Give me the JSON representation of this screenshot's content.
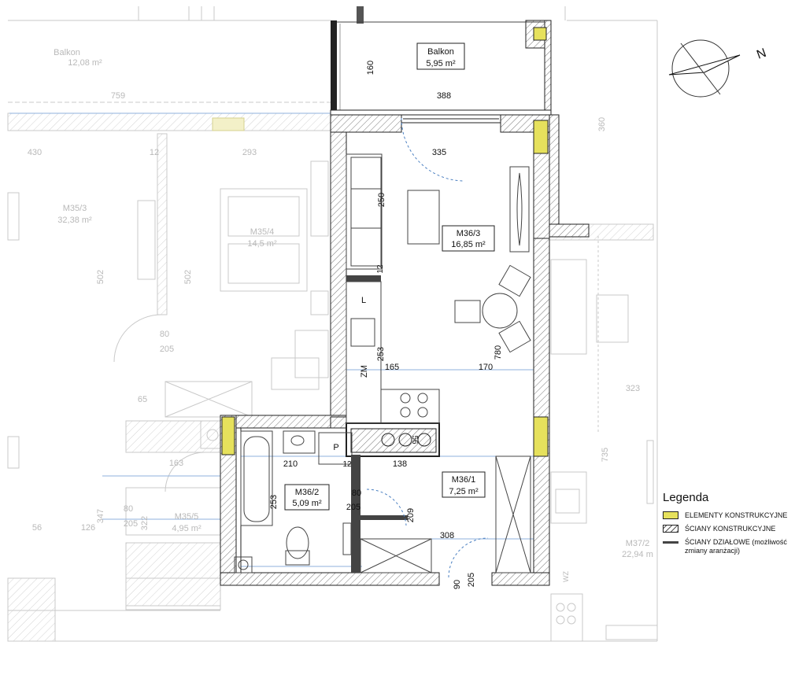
{
  "rooms_active": [
    {
      "id": "balkon",
      "name": "Balkon",
      "area": "5,95 m²"
    },
    {
      "id": "m36-3",
      "name": "M36/3",
      "area": "16,85 m²"
    },
    {
      "id": "m36-1",
      "name": "M36/1",
      "area": "7,25 m²"
    },
    {
      "id": "m36-2",
      "name": "M36/2",
      "area": "5,09 m²"
    }
  ],
  "rooms_faded": [
    {
      "id": "balkon-left",
      "name": "Balkon",
      "area": "12,08 m²"
    },
    {
      "id": "m35-3",
      "name": "M35/3",
      "area": "32,38 m²"
    },
    {
      "id": "m35-4",
      "name": "M35/4",
      "area": "14,5 m²"
    },
    {
      "id": "m35-5",
      "name": "M35/5",
      "area": "4,95 m²"
    },
    {
      "id": "m37-2",
      "name": "M37/2",
      "area": "22,94 m"
    }
  ],
  "dims_active": {
    "d160": "160",
    "d388": "388",
    "d335": "335",
    "d250": "250",
    "d12a": "12",
    "L": "L",
    "ZM": "ZM",
    "d253a": "253",
    "d165": "165",
    "d170": "170",
    "d780": "780",
    "P": "P",
    "d56": "56",
    "d210": "210",
    "d12b": "12",
    "d138": "138",
    "d80": "80",
    "d205a": "205",
    "d209": "209",
    "d253b": "253",
    "d308": "308",
    "d90": "90",
    "d205b": "205"
  },
  "dims_faded": {
    "d759": "759",
    "d430": "430",
    "d12": "12",
    "d293": "293",
    "d360": "360",
    "d502a": "502",
    "d502b": "502",
    "d80": "80",
    "d205": "205",
    "d65": "65",
    "d163": "163",
    "d347": "347",
    "d80b": "80",
    "d205b": "205",
    "d322": "322",
    "d56": "56",
    "d126": "126",
    "d323": "323",
    "d735": "735",
    "WZ": "WZ"
  },
  "compass": {
    "letter": "N"
  },
  "legend": {
    "title": "Legenda",
    "items": [
      {
        "label": "ELEMENTY KONSTRUKCYJNE"
      },
      {
        "label": "ŚCIANY KONSTRUKCYJNE"
      },
      {
        "label": "ŚCIANY DZIAŁOWE (możliwość zmiany aranżacji)"
      }
    ]
  },
  "colors": {
    "structural": "#e6e15c",
    "wall": "#222222",
    "faded": "#bdbdbd",
    "accent": "#4a7fc1"
  }
}
